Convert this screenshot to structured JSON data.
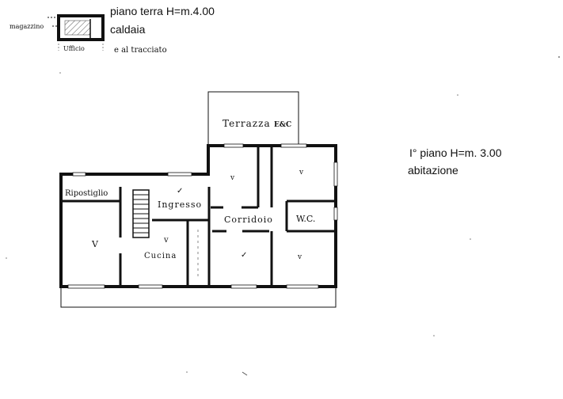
{
  "legend": {
    "magazzino_label": "magazzino",
    "ufficio_label": "Ufficio",
    "ground_floor_line": "piano terra   H=m.4.00",
    "caldaia_line": "caldaia",
    "faded_note": "e al  tracciato"
  },
  "first_floor": {
    "title_line": "I° piano  H=m. 3.00",
    "use_line": "abitazione"
  },
  "rooms": {
    "terrazza": "Terrazza",
    "terrazza_suffix": "E&C",
    "ripostiglio": "Ripostiglio",
    "ingresso": "Ingresso",
    "corridoio": "Corridoio",
    "wc": "W.C.",
    "cucina": "Cucina",
    "large_room_mark": "V",
    "room_mark": "v",
    "check_mark": "✓"
  },
  "colors": {
    "wall": "#111111",
    "hatch": "#555555",
    "window": "#ffffff"
  }
}
